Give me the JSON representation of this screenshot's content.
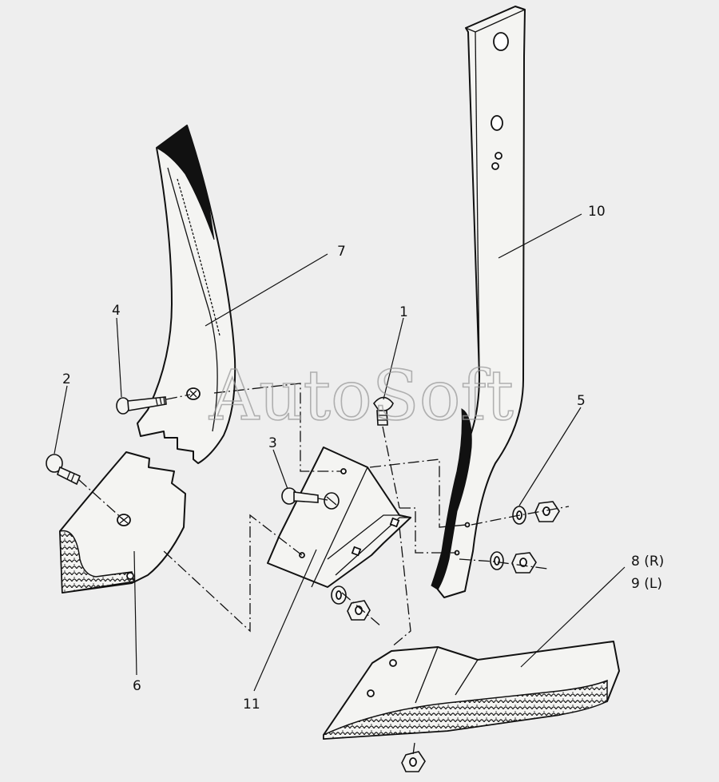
{
  "watermark": "AutoSoft",
  "callouts": {
    "c1": "1",
    "c2": "2",
    "c3": "3",
    "c4": "4",
    "c5": "5",
    "c6": "6",
    "c7": "7",
    "c8": "8 (R)",
    "c9": "9 (L)",
    "c10": "10",
    "c11": "11"
  },
  "colors": {
    "background": "#eeeeee",
    "ink": "#111111",
    "watermark": "#9a9a9a"
  }
}
